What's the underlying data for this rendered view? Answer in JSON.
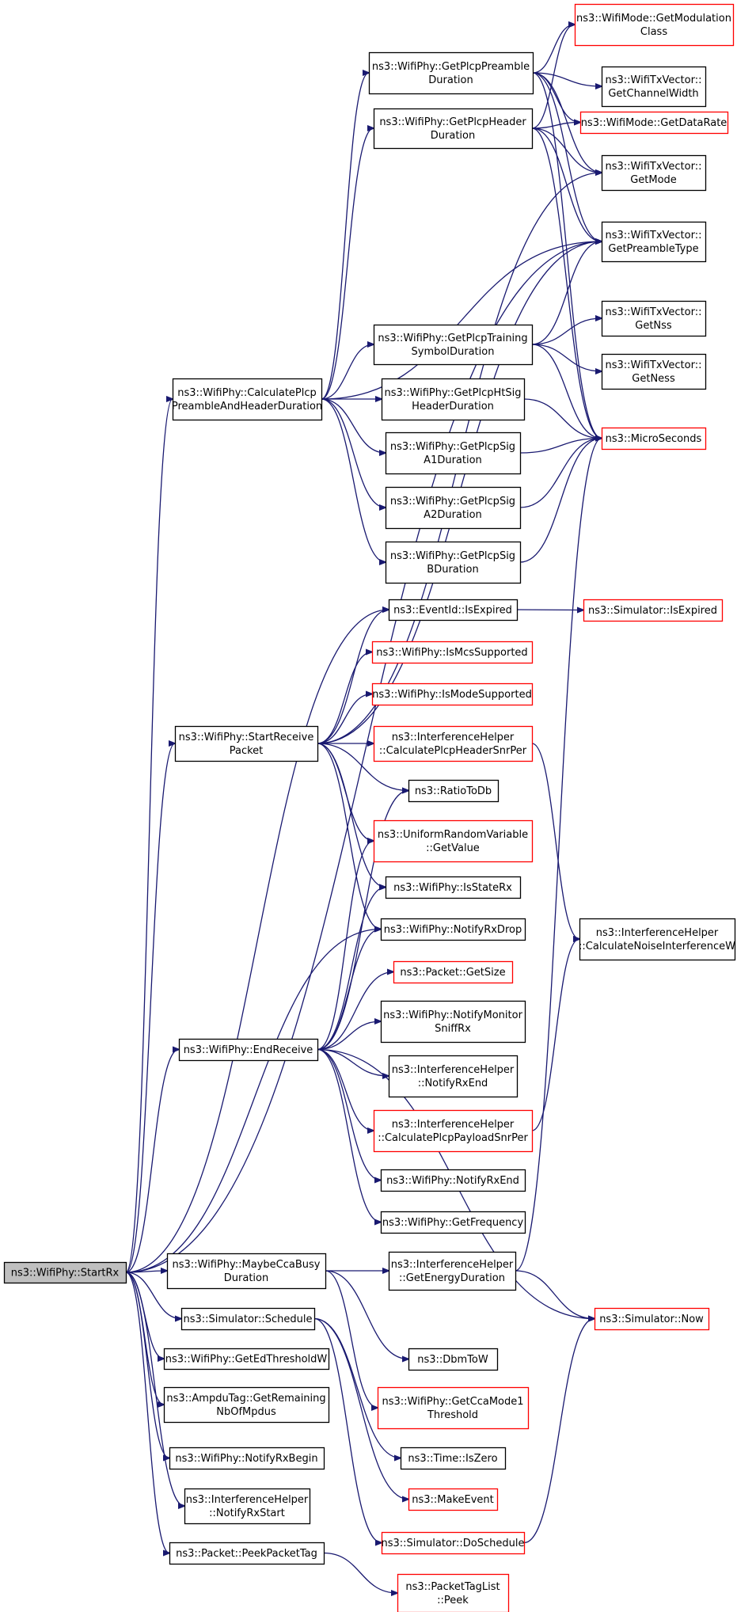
{
  "colors": {
    "edge": "#191970",
    "border_normal": "#000000",
    "border_truncated": "#ff0000",
    "root_fill": "#bfbfbf",
    "node_fill": "#ffffff"
  },
  "nodes": [
    {
      "id": "startrx",
      "lines": [
        "ns3::WifiPhy::StartRx"
      ],
      "kind": "root"
    },
    {
      "id": "calcplcp",
      "lines": [
        "ns3::WifiPhy::CalculatePlcp",
        "PreambleAndHeaderDuration"
      ],
      "kind": "normal"
    },
    {
      "id": "startrecv",
      "lines": [
        "ns3::WifiPhy::StartReceive",
        "Packet"
      ],
      "kind": "normal"
    },
    {
      "id": "endrecv",
      "lines": [
        "ns3::WifiPhy::EndReceive"
      ],
      "kind": "normal"
    },
    {
      "id": "maybecca",
      "lines": [
        "ns3::WifiPhy::MaybeCcaBusy",
        "Duration"
      ],
      "kind": "normal"
    },
    {
      "id": "simschedule",
      "lines": [
        "ns3::Simulator::Schedule"
      ],
      "kind": "normal"
    },
    {
      "id": "getedth",
      "lines": [
        "ns3::WifiPhy::GetEdThresholdW"
      ],
      "kind": "normal"
    },
    {
      "id": "ampdutag",
      "lines": [
        "ns3::AmpduTag::GetRemaining",
        "NbOfMpdus"
      ],
      "kind": "normal"
    },
    {
      "id": "notifyrxbegin",
      "lines": [
        "ns3::WifiPhy::NotifyRxBegin"
      ],
      "kind": "normal"
    },
    {
      "id": "ihnotifyrxstart",
      "lines": [
        "ns3::InterferenceHelper",
        "::NotifyRxStart"
      ],
      "kind": "normal"
    },
    {
      "id": "peekpackettag",
      "lines": [
        "ns3::Packet::PeekPacketTag"
      ],
      "kind": "normal"
    },
    {
      "id": "getplcppre",
      "lines": [
        "ns3::WifiPhy::GetPlcpPreamble",
        "Duration"
      ],
      "kind": "normal"
    },
    {
      "id": "getplcphdr",
      "lines": [
        "ns3::WifiPhy::GetPlcpHeader",
        "Duration"
      ],
      "kind": "normal"
    },
    {
      "id": "getplcptrain",
      "lines": [
        "ns3::WifiPhy::GetPlcpTraining",
        "SymbolDuration"
      ],
      "kind": "normal"
    },
    {
      "id": "getplcphtsig",
      "lines": [
        "ns3::WifiPhy::GetPlcpHtSig",
        "HeaderDuration"
      ],
      "kind": "normal"
    },
    {
      "id": "getplcpsiga1",
      "lines": [
        "ns3::WifiPhy::GetPlcpSig",
        "A1Duration"
      ],
      "kind": "normal"
    },
    {
      "id": "getplcpsiga2",
      "lines": [
        "ns3::WifiPhy::GetPlcpSig",
        "A2Duration"
      ],
      "kind": "normal"
    },
    {
      "id": "getplcpsigb",
      "lines": [
        "ns3::WifiPhy::GetPlcpSig",
        "BDuration"
      ],
      "kind": "normal"
    },
    {
      "id": "isexpired",
      "lines": [
        "ns3::EventId::IsExpired"
      ],
      "kind": "normal"
    },
    {
      "id": "ismcs",
      "lines": [
        "ns3::WifiPhy::IsMcsSupported"
      ],
      "kind": "truncated"
    },
    {
      "id": "ismode",
      "lines": [
        "ns3::WifiPhy::IsModeSupported"
      ],
      "kind": "truncated"
    },
    {
      "id": "calchdrsnr",
      "lines": [
        "ns3::InterferenceHelper",
        "::CalculatePlcpHeaderSnrPer"
      ],
      "kind": "truncated"
    },
    {
      "id": "ratiotodb",
      "lines": [
        "ns3::RatioToDb"
      ],
      "kind": "normal"
    },
    {
      "id": "uniformrv",
      "lines": [
        "ns3::UniformRandomVariable",
        "::GetValue"
      ],
      "kind": "truncated"
    },
    {
      "id": "isstaterx",
      "lines": [
        "ns3::WifiPhy::IsStateRx"
      ],
      "kind": "normal"
    },
    {
      "id": "notifyrxdrop",
      "lines": [
        "ns3::WifiPhy::NotifyRxDrop"
      ],
      "kind": "normal"
    },
    {
      "id": "getsize",
      "lines": [
        "ns3::Packet::GetSize"
      ],
      "kind": "truncated"
    },
    {
      "id": "notifymonitor",
      "lines": [
        "ns3::WifiPhy::NotifyMonitor",
        "SniffRx"
      ],
      "kind": "normal"
    },
    {
      "id": "ihnotifyrxend",
      "lines": [
        "ns3::InterferenceHelper",
        "::NotifyRxEnd"
      ],
      "kind": "normal"
    },
    {
      "id": "calcpaysnr",
      "lines": [
        "ns3::InterferenceHelper",
        "::CalculatePlcpPayloadSnrPer"
      ],
      "kind": "truncated"
    },
    {
      "id": "wifinotifyrxend",
      "lines": [
        "ns3::WifiPhy::NotifyRxEnd"
      ],
      "kind": "normal"
    },
    {
      "id": "getfreq",
      "lines": [
        "ns3::WifiPhy::GetFrequency"
      ],
      "kind": "normal"
    },
    {
      "id": "getenergy",
      "lines": [
        "ns3::InterferenceHelper",
        "::GetEnergyDuration"
      ],
      "kind": "normal"
    },
    {
      "id": "dbmtow",
      "lines": [
        "ns3::DbmToW"
      ],
      "kind": "normal"
    },
    {
      "id": "getccamode",
      "lines": [
        "ns3::WifiPhy::GetCcaMode1",
        "Threshold"
      ],
      "kind": "truncated"
    },
    {
      "id": "timeiszero",
      "lines": [
        "ns3::Time::IsZero"
      ],
      "kind": "normal"
    },
    {
      "id": "makeevent",
      "lines": [
        "ns3::MakeEvent"
      ],
      "kind": "truncated"
    },
    {
      "id": "doschedule",
      "lines": [
        "ns3::Simulator::DoSchedule"
      ],
      "kind": "truncated"
    },
    {
      "id": "tagpeek",
      "lines": [
        "ns3::PacketTagList",
        "::Peek"
      ],
      "kind": "truncated"
    },
    {
      "id": "getmodclass",
      "lines": [
        "ns3::WifiMode::GetModulation",
        "Class"
      ],
      "kind": "truncated"
    },
    {
      "id": "getchanwidth",
      "lines": [
        "ns3::WifiTxVector::",
        "GetChannelWidth"
      ],
      "kind": "normal"
    },
    {
      "id": "getdatarate",
      "lines": [
        "ns3::WifiMode::GetDataRate"
      ],
      "kind": "truncated"
    },
    {
      "id": "getmode",
      "lines": [
        "ns3::WifiTxVector::",
        "GetMode"
      ],
      "kind": "normal"
    },
    {
      "id": "getpretype",
      "lines": [
        "ns3::WifiTxVector::",
        "GetPreambleType"
      ],
      "kind": "normal"
    },
    {
      "id": "getnss",
      "lines": [
        "ns3::WifiTxVector::",
        "GetNss"
      ],
      "kind": "normal"
    },
    {
      "id": "getness",
      "lines": [
        "ns3::WifiTxVector::",
        "GetNess"
      ],
      "kind": "normal"
    },
    {
      "id": "microseconds",
      "lines": [
        "ns3::MicroSeconds"
      ],
      "kind": "truncated"
    },
    {
      "id": "simisexpired",
      "lines": [
        "ns3::Simulator::IsExpired"
      ],
      "kind": "truncated"
    },
    {
      "id": "calcnoise",
      "lines": [
        "ns3::InterferenceHelper",
        "::CalculateNoiseInterferenceW"
      ],
      "kind": "normal"
    },
    {
      "id": "simnow",
      "lines": [
        "ns3::Simulator::Now"
      ],
      "kind": "truncated"
    }
  ],
  "edges": [
    [
      "startrx",
      "calcplcp"
    ],
    [
      "startrx",
      "startrecv"
    ],
    [
      "startrx",
      "endrecv"
    ],
    [
      "startrx",
      "maybecca"
    ],
    [
      "startrx",
      "simschedule"
    ],
    [
      "startrx",
      "getedth"
    ],
    [
      "startrx",
      "ampdutag"
    ],
    [
      "startrx",
      "notifyrxbegin"
    ],
    [
      "startrx",
      "ihnotifyrxstart"
    ],
    [
      "startrx",
      "peekpackettag"
    ],
    [
      "startrx",
      "getpretype"
    ],
    [
      "startrx",
      "isexpired"
    ],
    [
      "startrx",
      "notifyrxdrop"
    ],
    [
      "calcplcp",
      "getplcppre"
    ],
    [
      "calcplcp",
      "getplcphdr"
    ],
    [
      "calcplcp",
      "getplcptrain"
    ],
    [
      "calcplcp",
      "getplcphtsig"
    ],
    [
      "calcplcp",
      "getplcpsiga1"
    ],
    [
      "calcplcp",
      "getplcpsiga2"
    ],
    [
      "calcplcp",
      "getplcpsigb"
    ],
    [
      "calcplcp",
      "getpretype"
    ],
    [
      "getplcppre",
      "getmodclass"
    ],
    [
      "getplcppre",
      "getchanwidth"
    ],
    [
      "getplcppre",
      "getdatarate"
    ],
    [
      "getplcppre",
      "getmode"
    ],
    [
      "getplcppre",
      "getpretype"
    ],
    [
      "getplcppre",
      "microseconds"
    ],
    [
      "getplcphdr",
      "getmodclass"
    ],
    [
      "getplcphdr",
      "getdatarate"
    ],
    [
      "getplcphdr",
      "getmode"
    ],
    [
      "getplcphdr",
      "getpretype"
    ],
    [
      "getplcphdr",
      "microseconds"
    ],
    [
      "getplcptrain",
      "getpretype"
    ],
    [
      "getplcptrain",
      "getnss"
    ],
    [
      "getplcptrain",
      "getness"
    ],
    [
      "getplcptrain",
      "microseconds"
    ],
    [
      "getplcphtsig",
      "microseconds"
    ],
    [
      "getplcpsiga1",
      "microseconds"
    ],
    [
      "getplcpsiga2",
      "microseconds"
    ],
    [
      "getplcpsigb",
      "microseconds"
    ],
    [
      "startrecv",
      "getmode"
    ],
    [
      "startrecv",
      "getpretype"
    ],
    [
      "startrecv",
      "isexpired"
    ],
    [
      "startrecv",
      "ismcs"
    ],
    [
      "startrecv",
      "ismode"
    ],
    [
      "startrecv",
      "calchdrsnr"
    ],
    [
      "startrecv",
      "ratiotodb"
    ],
    [
      "startrecv",
      "uniformrv"
    ],
    [
      "startrecv",
      "isstaterx"
    ],
    [
      "startrecv",
      "notifyrxdrop"
    ],
    [
      "isexpired",
      "simisexpired"
    ],
    [
      "calchdrsnr",
      "calcnoise"
    ],
    [
      "calcpaysnr",
      "calcnoise"
    ],
    [
      "endrecv",
      "ratiotodb"
    ],
    [
      "endrecv",
      "uniformrv"
    ],
    [
      "endrecv",
      "isstaterx"
    ],
    [
      "endrecv",
      "notifyrxdrop"
    ],
    [
      "endrecv",
      "getsize"
    ],
    [
      "endrecv",
      "notifymonitor"
    ],
    [
      "endrecv",
      "ihnotifyrxend"
    ],
    [
      "endrecv",
      "calcpaysnr"
    ],
    [
      "endrecv",
      "wifinotifyrxend"
    ],
    [
      "endrecv",
      "getfreq"
    ],
    [
      "endrecv",
      "simnow"
    ],
    [
      "maybecca",
      "getenergy"
    ],
    [
      "maybecca",
      "dbmtow"
    ],
    [
      "maybecca",
      "getccamode"
    ],
    [
      "getenergy",
      "microseconds"
    ],
    [
      "getenergy",
      "simnow"
    ],
    [
      "simschedule",
      "timeiszero"
    ],
    [
      "simschedule",
      "makeevent"
    ],
    [
      "simschedule",
      "doschedule"
    ],
    [
      "doschedule",
      "simnow"
    ],
    [
      "peekpackettag",
      "tagpeek"
    ]
  ]
}
